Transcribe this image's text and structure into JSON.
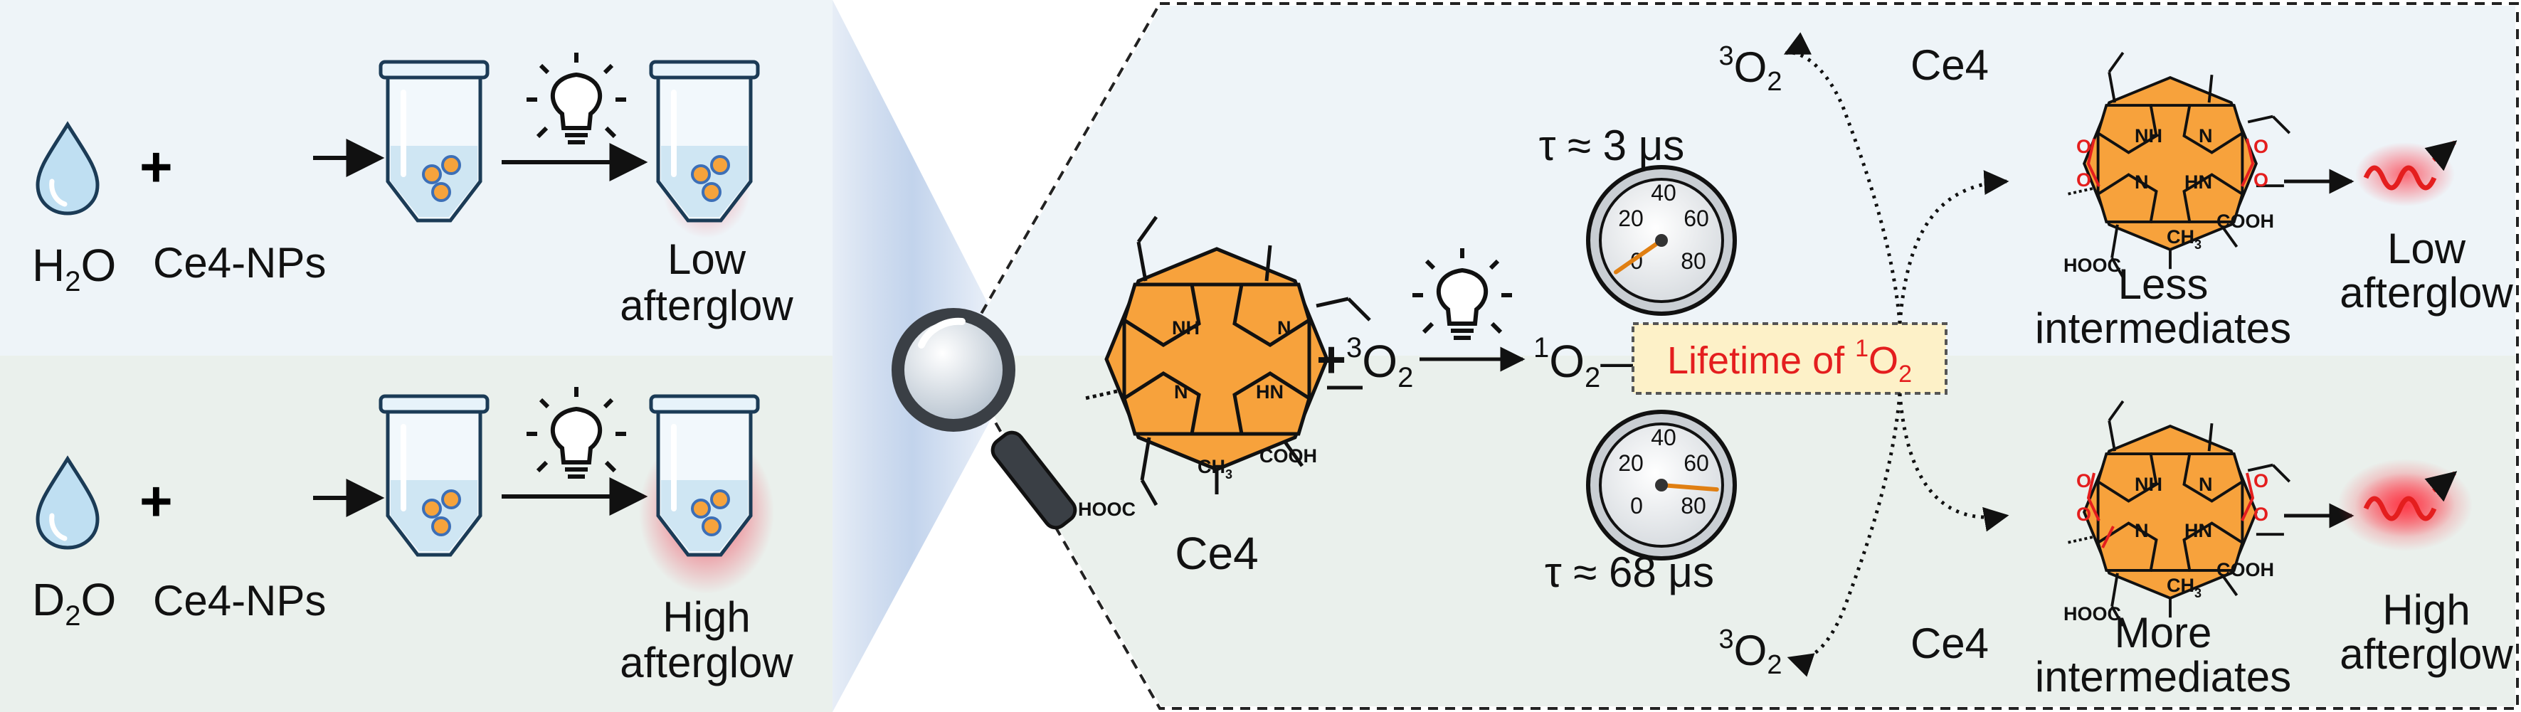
{
  "colors": {
    "top_panel": "#eef4f8",
    "bottom_panel": "#eaf0ec",
    "porphyrin_fill": "#f7a23c",
    "highlight_red": "#e41e1e",
    "lifetime_box": "#fdf1c8",
    "water_drop": "#b9dcf0",
    "tube": "#e7f3fa"
  },
  "icons": [
    "water-drop-icon",
    "nanoparticle-icon",
    "tube-icon",
    "light-bulb-icon",
    "magnifier-icon",
    "stopwatch-icon",
    "glow-wave-icon"
  ],
  "left": {
    "top": {
      "solvent_main": "H",
      "solvent_sub": "2",
      "solvent_end": "O",
      "plus": "+",
      "particle": "Ce4-NPs",
      "result_line1": "Low",
      "result_line2": "afterglow"
    },
    "bottom": {
      "solvent_main": "D",
      "solvent_sub": "2",
      "solvent_end": "O",
      "plus": "+",
      "particle": "Ce4-NPs",
      "result_line1": "High",
      "result_line2": "afterglow"
    }
  },
  "molecule": {
    "name": "Ce4",
    "nh": "NH",
    "n": "N",
    "hn": "HN",
    "ch3": "CH",
    "ch3_sub": "3",
    "cooh": "COOH",
    "hooc": "HOOC",
    "oo": "O"
  },
  "reaction": {
    "plus": "+",
    "o2_sup": "3",
    "o2": "O",
    "o2_sub": "2",
    "singlet_sup": "1",
    "singlet": "O",
    "singlet_sub": "2",
    "dash": "—"
  },
  "lifetime": {
    "text": "Lifetime of ",
    "sup": "1",
    "o": "O",
    "sub": "2"
  },
  "timers": {
    "top": {
      "label": "τ ≈ 3 μs",
      "ticks": [
        "0",
        "20",
        "40",
        "60",
        "80"
      ],
      "value_us": 3
    },
    "bottom": {
      "label": "τ ≈ 68 μs",
      "ticks": [
        "0",
        "20",
        "40",
        "60",
        "80"
      ],
      "value_us": 68
    }
  },
  "decay": {
    "top": {
      "sup": "3",
      "o": "O",
      "sub": "2",
      "ce4": "Ce4"
    },
    "bottom": {
      "sup": "3",
      "o": "O",
      "sub": "2",
      "ce4": "Ce4"
    }
  },
  "outcomes": {
    "top": {
      "line1": "Less",
      "line2": "intermediates",
      "result1": "Low",
      "result2": "afterglow"
    },
    "bottom": {
      "line1": "More",
      "line2": "intermediates",
      "result1": "High",
      "result2": "afterglow"
    }
  }
}
